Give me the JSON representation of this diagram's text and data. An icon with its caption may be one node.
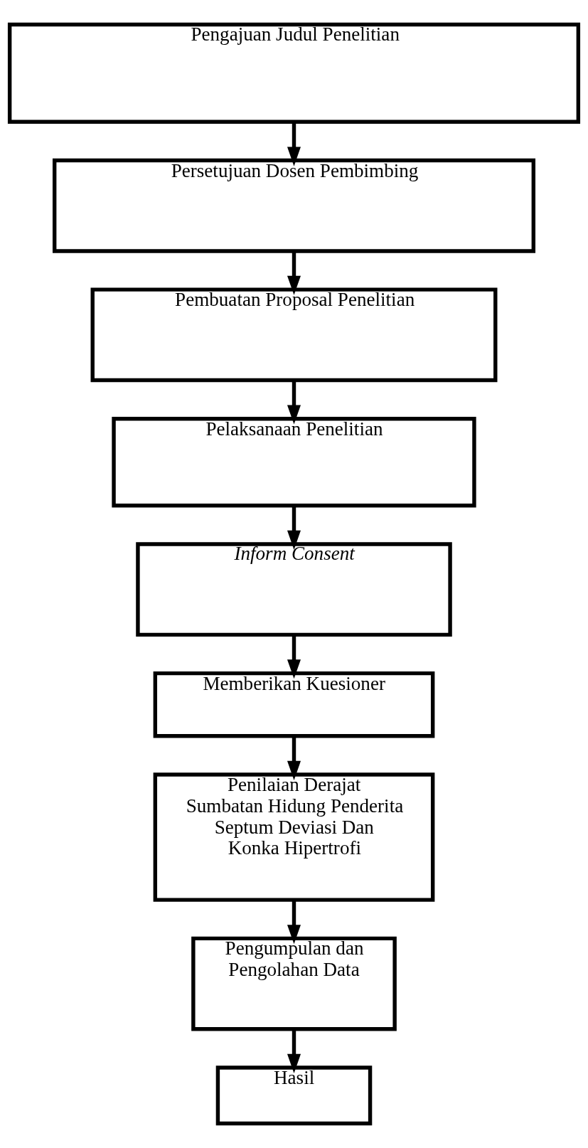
{
  "diagram": {
    "nodes": [
      {
        "text": [
          "Pengajuan Judul Penelitian"
        ]
      },
      {
        "text": [
          "Persetujuan Dosen Pembimbing"
        ]
      },
      {
        "text": [
          "Pembuatan Proposal Penelitian"
        ]
      },
      {
        "text": [
          "Pelaksanaan Penelitian"
        ]
      },
      {
        "text": [
          "Inform Consent"
        ]
      },
      {
        "text": [
          "Memberikan Kuesioner"
        ]
      },
      {
        "text": [
          "Penilaian Derajat Sumbatan Hidung Penderita Septum Deviasi Dan Konka Hipertrofi"
        ]
      },
      {
        "text": [
          "Pengumpulan dan Pengolahan Data"
        ]
      },
      {
        "text": [
          "Hasil"
        ]
      }
    ],
    "edges": [
      {
        "from": 0,
        "to": 1,
        "arrow": "to"
      },
      {
        "from": 1,
        "to": 2,
        "arrow": "to"
      },
      {
        "from": 2,
        "to": 3,
        "arrow": "to"
      },
      {
        "from": 3,
        "to": 4,
        "arrow": "to"
      },
      {
        "from": 4,
        "to": 5,
        "arrow": "to"
      },
      {
        "from": 5,
        "to": 6,
        "arrow": "to"
      },
      {
        "from": 6,
        "to": 7,
        "arrow": "to"
      },
      {
        "from": 7,
        "to": 8,
        "arrow": "to"
      }
    ]
  }
}
